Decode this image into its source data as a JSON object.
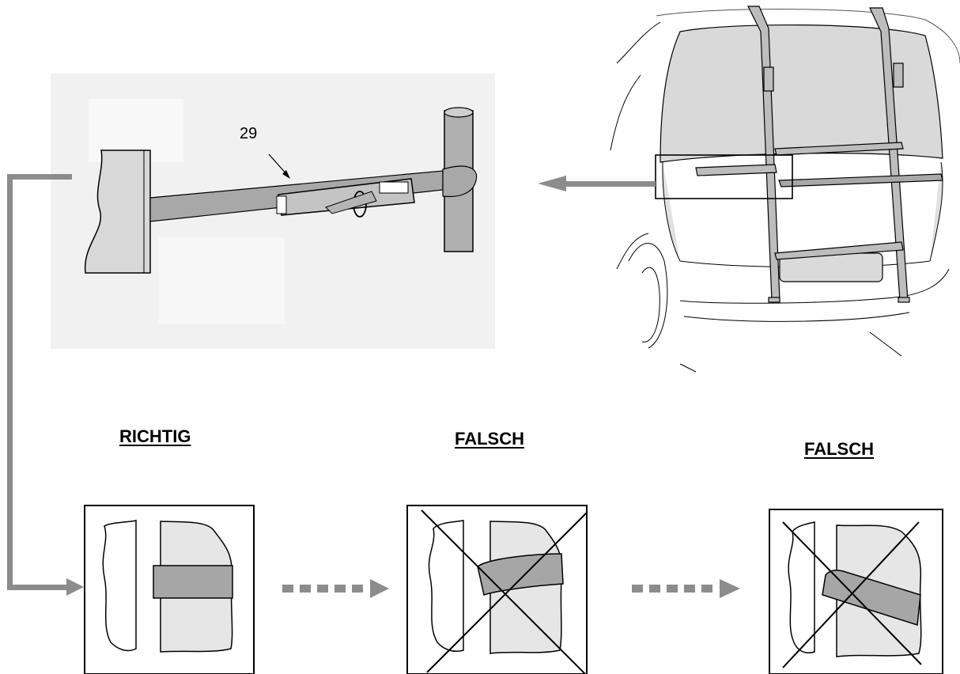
{
  "figure": {
    "callout_number": "29",
    "labels": {
      "correct": "RICHTIG",
      "wrong_1": "FALSCH",
      "wrong_2": "FALSCH"
    }
  },
  "colors": {
    "arrow_gray": "#8c8c8c",
    "strap_gray": "#a6a6a6",
    "panel_light": "#e6e6e6",
    "glass_gray": "#dcdcdc",
    "line": "#000000"
  }
}
